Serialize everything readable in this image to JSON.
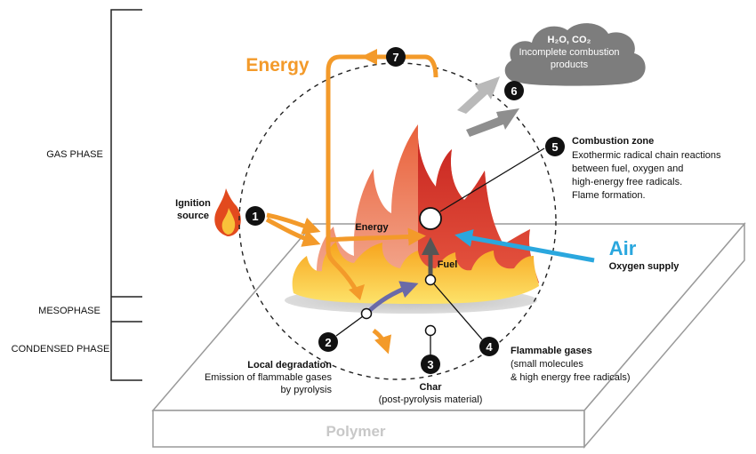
{
  "phases": {
    "gas": "GAS PHASE",
    "meso": "MESOPHASE",
    "condensed": "CONDENSED PHASE"
  },
  "energy_top": "Energy",
  "energy_mid": "Energy",
  "fuel": "Fuel",
  "air": "Air",
  "oxygen_supply": "Oxygen supply",
  "polymer": "Polymer",
  "ignition": {
    "line1": "Ignition",
    "line2": "source"
  },
  "cloud": {
    "line1": "H₂O, CO₂",
    "line2": "Incomplete combustion",
    "line3": "products"
  },
  "steps": [
    {
      "num": "1"
    },
    {
      "num": "2",
      "title": "Local degradation",
      "lines": [
        "Emission of flammable gases",
        "by pyrolysis"
      ]
    },
    {
      "num": "3",
      "title": "Char",
      "lines": [
        "(post-pyrolysis material)"
      ]
    },
    {
      "num": "4",
      "title": "Flammable gases",
      "lines": [
        "(small molecules",
        "& high energy free radicals)"
      ]
    },
    {
      "num": "5",
      "title": "Combustion zone",
      "lines": [
        "Exothermic radical chain reactions",
        "between fuel, oxygen and",
        "high-energy free radicals.",
        "Flame formation."
      ]
    },
    {
      "num": "6"
    },
    {
      "num": "7"
    }
  ],
  "colors": {
    "energy": "#f39a2a",
    "air": "#2aa7de",
    "fuel_arrow": "#6a6aa8",
    "cloud": "#7d7d7d",
    "smoke": "#9a9a9a"
  }
}
